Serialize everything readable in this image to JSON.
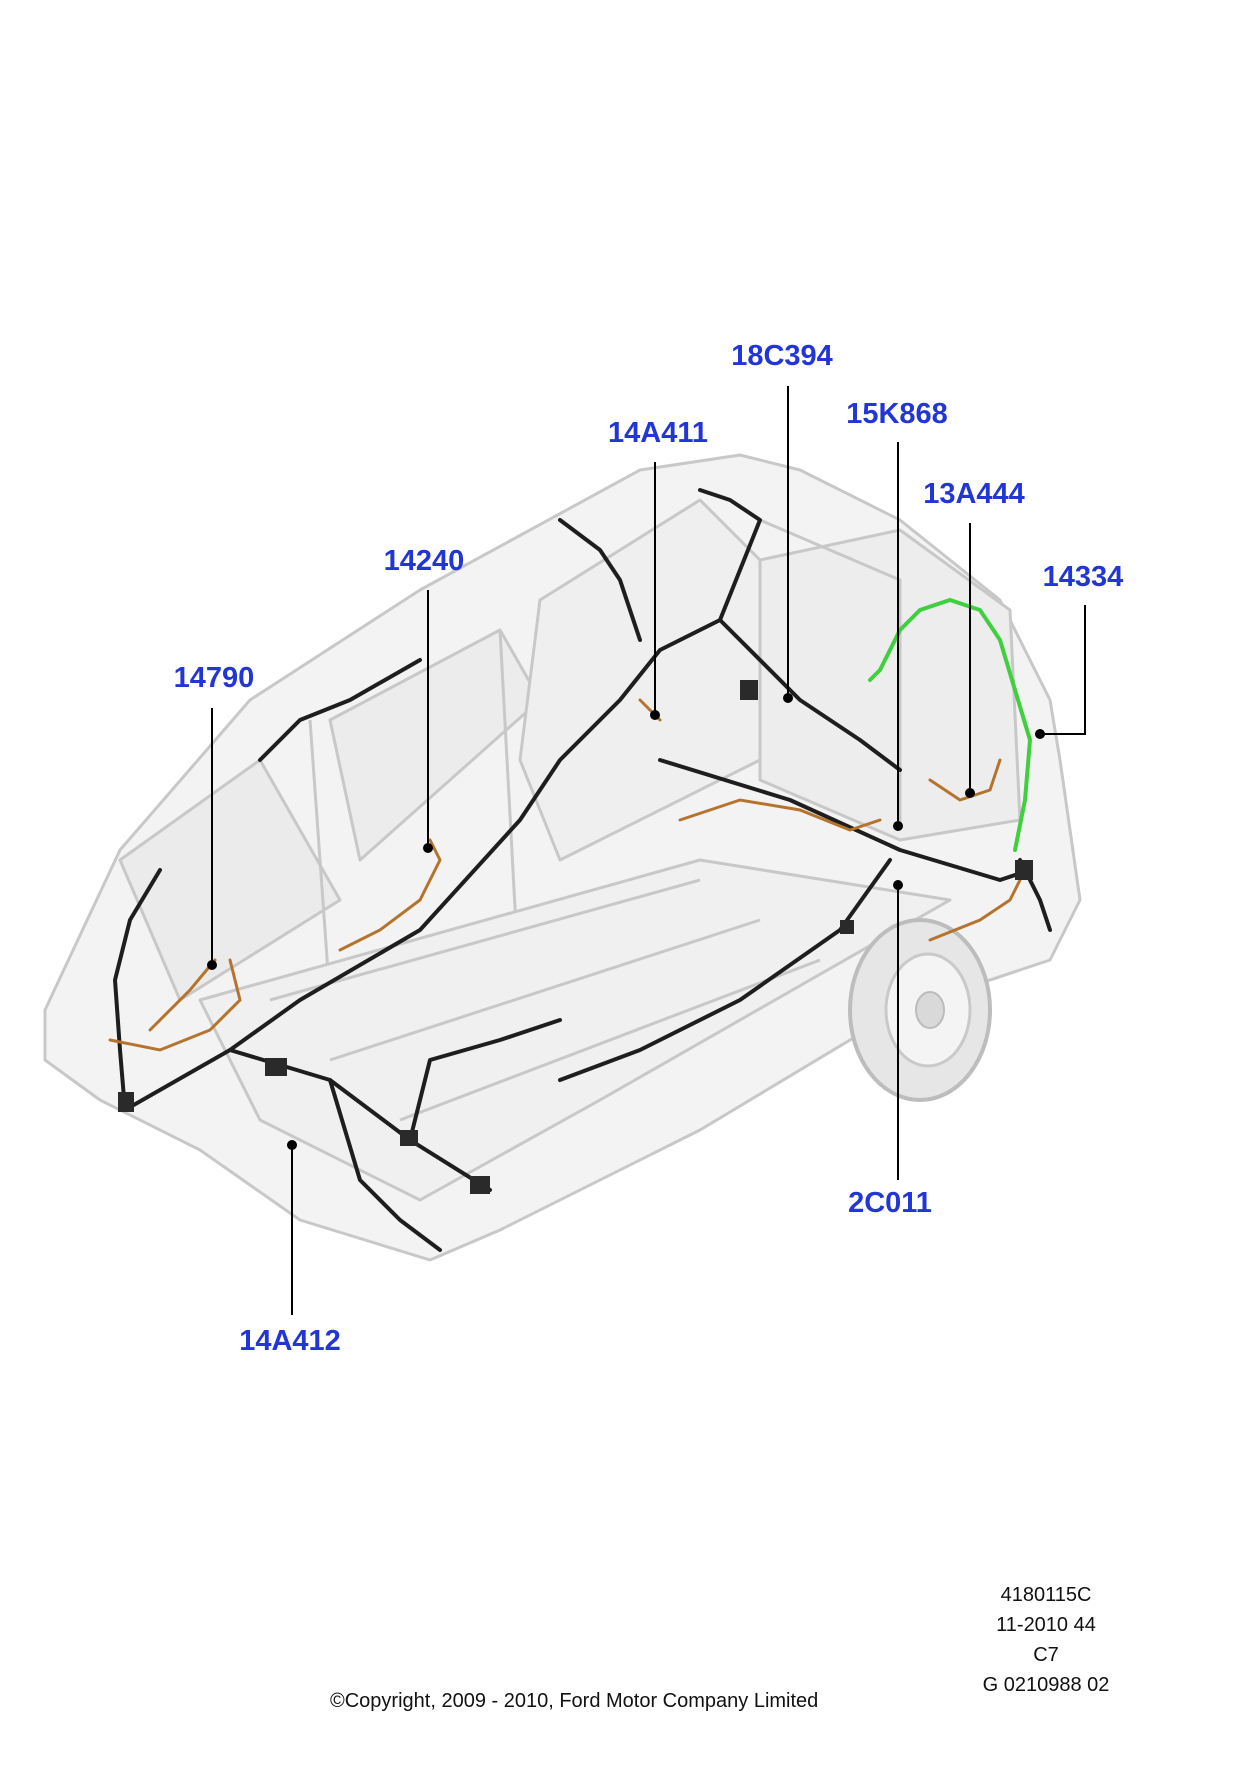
{
  "callouts": [
    {
      "id": "14790",
      "label": "14790"
    },
    {
      "id": "14240",
      "label": "14240"
    },
    {
      "id": "14A411",
      "label": "14A411"
    },
    {
      "id": "18C394",
      "label": "18C394"
    },
    {
      "id": "15K868",
      "label": "15K868"
    },
    {
      "id": "13A444",
      "label": "13A444"
    },
    {
      "id": "14334",
      "label": "14334"
    },
    {
      "id": "2C011",
      "label": "2C011"
    },
    {
      "id": "14A412",
      "label": "14A412"
    }
  ],
  "footer": {
    "ref_code": "4180115C",
    "date_line": "11-2010 44",
    "variant": "C7",
    "graphic_id": "G 0210988 02",
    "copyright": "©Copyright, 2009 - 2010, Ford Motor Company Limited"
  },
  "colors": {
    "callout_text": "#2236d8",
    "leader_line": "#000000",
    "body_outline": "#c8c8c8",
    "harness_dark": "#1e1e1e",
    "harness_orange": "#b5732e",
    "harness_green": "#3fcf3f"
  }
}
